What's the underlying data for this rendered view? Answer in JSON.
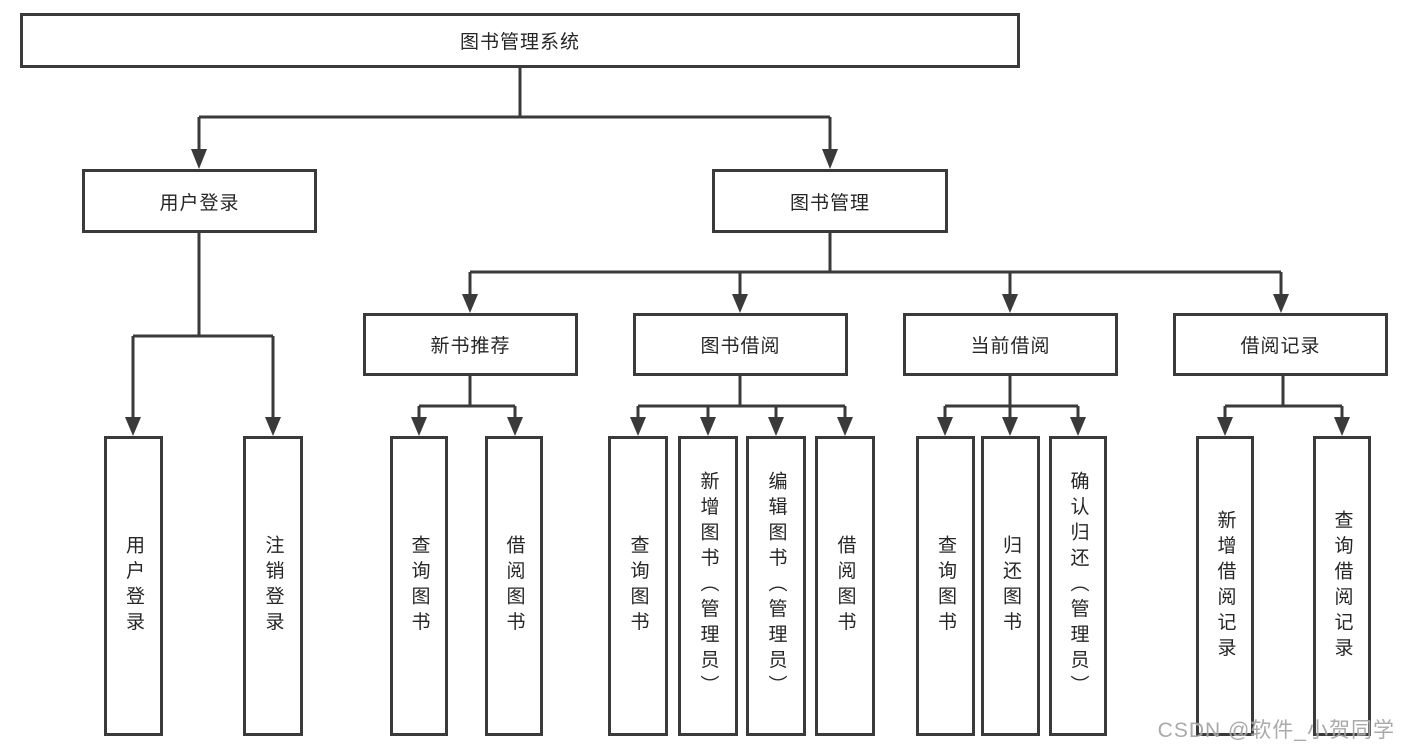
{
  "tree": {
    "label": "图书管理系统",
    "children": [
      {
        "label": "用户登录",
        "children": [
          {
            "label": "用户登录"
          },
          {
            "label": "注销登录"
          }
        ]
      },
      {
        "label": "图书管理",
        "children": [
          {
            "label": "新书推荐",
            "children": [
              {
                "label": "查询图书"
              },
              {
                "label": "借阅图书"
              }
            ]
          },
          {
            "label": "图书借阅",
            "children": [
              {
                "label": "查询图书"
              },
              {
                "label": "新增图书（管理员）"
              },
              {
                "label": "编辑图书（管理员）"
              },
              {
                "label": "借阅图书"
              }
            ]
          },
          {
            "label": "当前借阅",
            "children": [
              {
                "label": "查询图书"
              },
              {
                "label": "归还图书"
              },
              {
                "label": "确认归还（管理员）"
              }
            ]
          },
          {
            "label": "借阅记录",
            "children": [
              {
                "label": "新增借阅记录"
              },
              {
                "label": "查询借阅记录"
              }
            ]
          }
        ]
      }
    ]
  },
  "watermark": "CSDN @软件_小贺同学",
  "colors": {
    "line": "#3a3a3a",
    "text": "#262626",
    "watermark": "#9e9e9e",
    "background": "#ffffff"
  }
}
